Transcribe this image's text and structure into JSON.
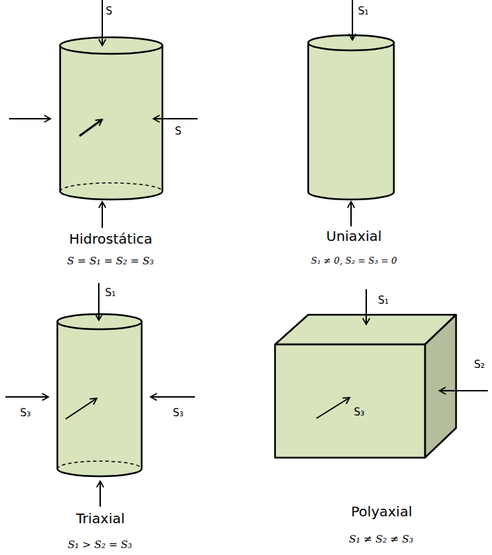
{
  "diagram": {
    "nodes": [
      {
        "text": [
          "S₃"
        ]
      }
    ],
    "labels": [
      "S",
      "S",
      "Hidrostática",
      "S = S₁ = S₂ = S₃",
      "S₁",
      "Uniaxial",
      "S₁ ≠ 0, S₂ = S₃ = 0",
      "S₁",
      "S₃",
      "S₃",
      "Triaxial",
      "S₁ > S₂ = S₃",
      "S₁",
      "S₂",
      "Polyaxial",
      "S₁ ≠ S₂ ≠ S₃"
    ]
  }
}
